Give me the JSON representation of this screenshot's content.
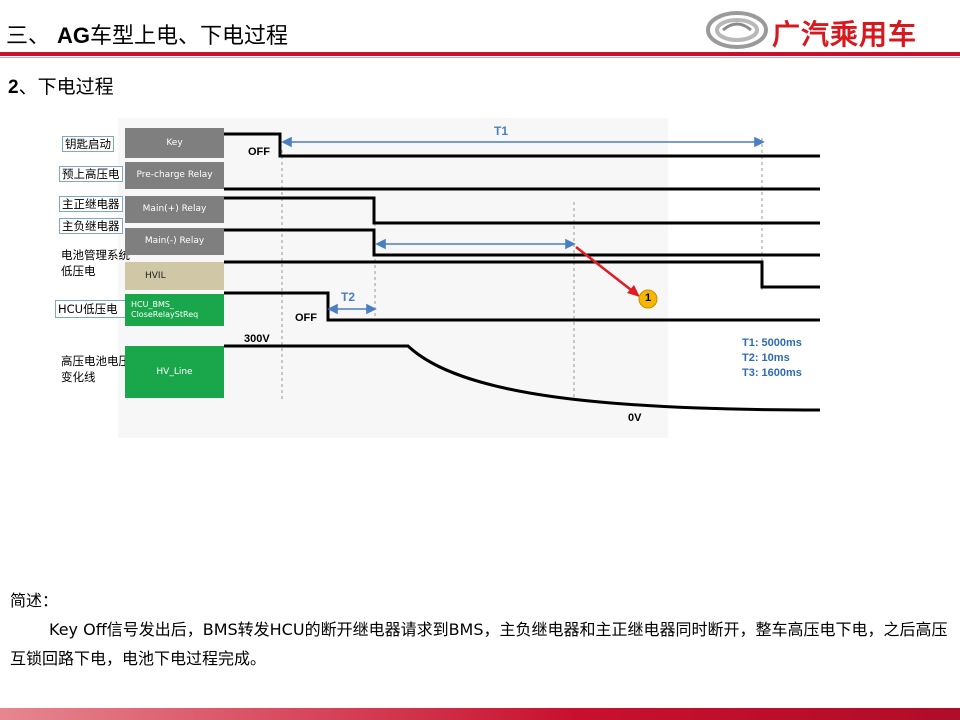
{
  "header": {
    "title_prefix": "三、",
    "title_ag": "AG",
    "title_rest": "车型上电、下电过程",
    "logo_text": "广汽乘用车",
    "brand_color": "#c8102e"
  },
  "section": {
    "num": "2",
    "text": "、下电过程"
  },
  "diagram": {
    "labels": [
      "钥匙启动",
      "预上高压电",
      "主正继电器",
      "主负继电器",
      "电池管理系统低压电",
      "HCU低压电",
      "高压电池电压变化线"
    ],
    "signals": [
      "Key",
      "Pre-charge Relay",
      "Main(+) Relay",
      "Main(-) Relay",
      "HVIL",
      "HCU_BMS_ CloseRelayStReq",
      "HV_Line"
    ],
    "annotations": {
      "off1": "OFF",
      "off2": "OFF",
      "t1": "T1",
      "t2": "T2",
      "v300": "300V",
      "v0": "0V",
      "marker": "1"
    },
    "legend": [
      "T1: 5000ms",
      "T2: 10ms",
      "T3: 1600ms"
    ]
  },
  "summary": {
    "heading": "简述：",
    "body": "Key Off信号发出后，BMS转发HCU的断开继电器请求到BMS，主负继电器和主正继电器同时断开，整车高压电下电，之后高压互锁回路下电，电池下电过程完成。"
  }
}
